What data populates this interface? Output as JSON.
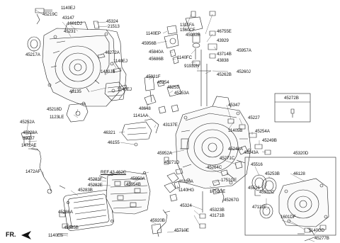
{
  "labels": {
    "l45219C": "45219C",
    "l1140EJ_a": "1140EJ",
    "l43147": "43147",
    "l1601DJ": "1601DJ",
    "l45324_a": "45324",
    "l21513": "21513",
    "l45231": "45231",
    "l45217A": "45217A",
    "l46272A": "46272A",
    "l1140EJ_b": "1140EJ",
    "l1430JB": "1430JB",
    "l1140EJ_c": "1140EJ",
    "l43135": "43135",
    "l45218D": "45218D",
    "l1123LE": "1123LE",
    "l45252A": "45252A",
    "l45228A": "45228A",
    "l89087": "89087",
    "l1472AE": "1472AE",
    "l1472AF": "1472AF",
    "l1311FA": "1311FA",
    "l1360CF": "1360CF",
    "l1140EP": "1140EP",
    "l45932B": "45932B",
    "l46755E": "46755E",
    "l43929": "43929",
    "l45956B": "45956B",
    "l45957A": "45957A",
    "l45840A": "45840A",
    "l43714B": "43714B",
    "l45686B": "45686B",
    "l1140FC": "1140FC",
    "l43838": "43838",
    "l91932N": "91932N",
    "l45262B": "45262B",
    "l45260J": "45260J",
    "l45931F": "45931F",
    "l45254": "45254",
    "l45255": "45255",
    "l45253A": "45253A",
    "l48648": "48648",
    "l1141AA": "1141AA",
    "l43137E": "43137E",
    "l45347": "45347",
    "l45227": "45227",
    "l11405B": "11405B",
    "l45254A": "45254A",
    "l45249B": "45249B",
    "l46321": "46321",
    "l46155": "46155",
    "l45952A": "45952A",
    "l45241A": "45241A",
    "l45243A": "45243A",
    "l45271C": "45271C",
    "l45271D": "45271D",
    "l45264C": "45264C",
    "l1751GE_a": "1751GE",
    "l1751GE_b": "1751GE",
    "l45267G": "45267G",
    "lRef": "REF.43-462C",
    "l45950A": "45950A",
    "l45954B": "45954B",
    "l46210A": "46210A",
    "l1140HG": "1140HG",
    "l45283B": "45283B",
    "l45283F": "45283F",
    "l45282E": "45282E",
    "l45286A": "45286A",
    "l45285B": "45285B",
    "l1140ES": "1140ES",
    "l45324_b": "45324",
    "l45323B": "45323B",
    "l43171B": "43171B",
    "l45920B": "45920B",
    "l45710E": "45710E",
    "l45272B": "45272B",
    "l45320D": "45320D",
    "l45516_a": "45516",
    "l46128": "46128",
    "l45253B": "45253B",
    "l45516_b": "45516",
    "l45332C": "45332C",
    "l47111E": "47111E",
    "l1601DF": "1601DF",
    "l1140GD": "1140GD",
    "l45277B": "45277B",
    "frontMark": "FR."
  }
}
